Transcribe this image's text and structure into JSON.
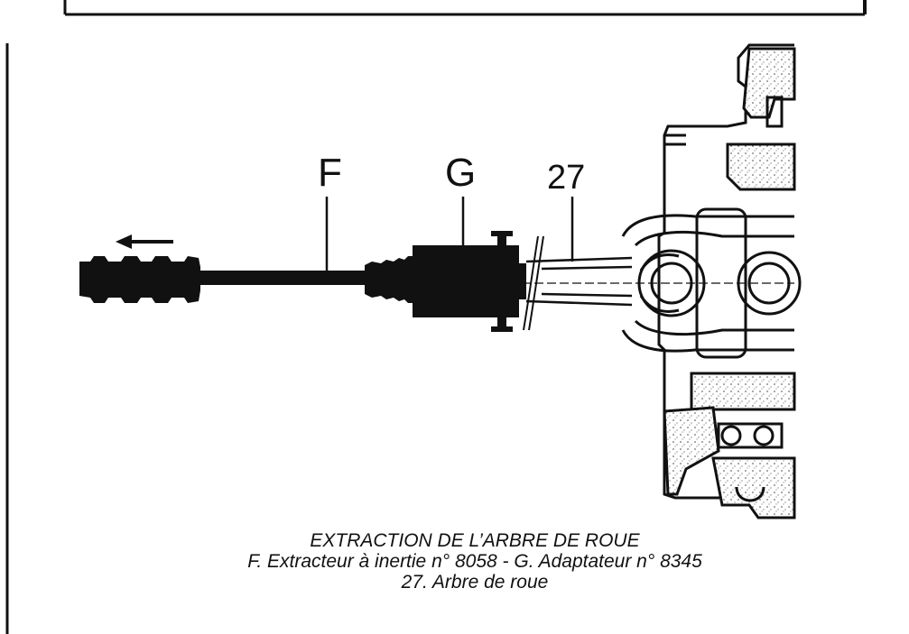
{
  "labels": {
    "f": "F",
    "g": "G",
    "part_27": "27"
  },
  "caption": {
    "title": "EXTRACTION DE L’ARBRE DE ROUE",
    "line_2": "F. Extracteur à inertie n° 8058 - G. Adaptateur n° 8345",
    "line_3": "27. Arbre de roue"
  },
  "colors": {
    "ink": "#111111",
    "paper": "#ffffff",
    "hatch": "#dddddd"
  }
}
